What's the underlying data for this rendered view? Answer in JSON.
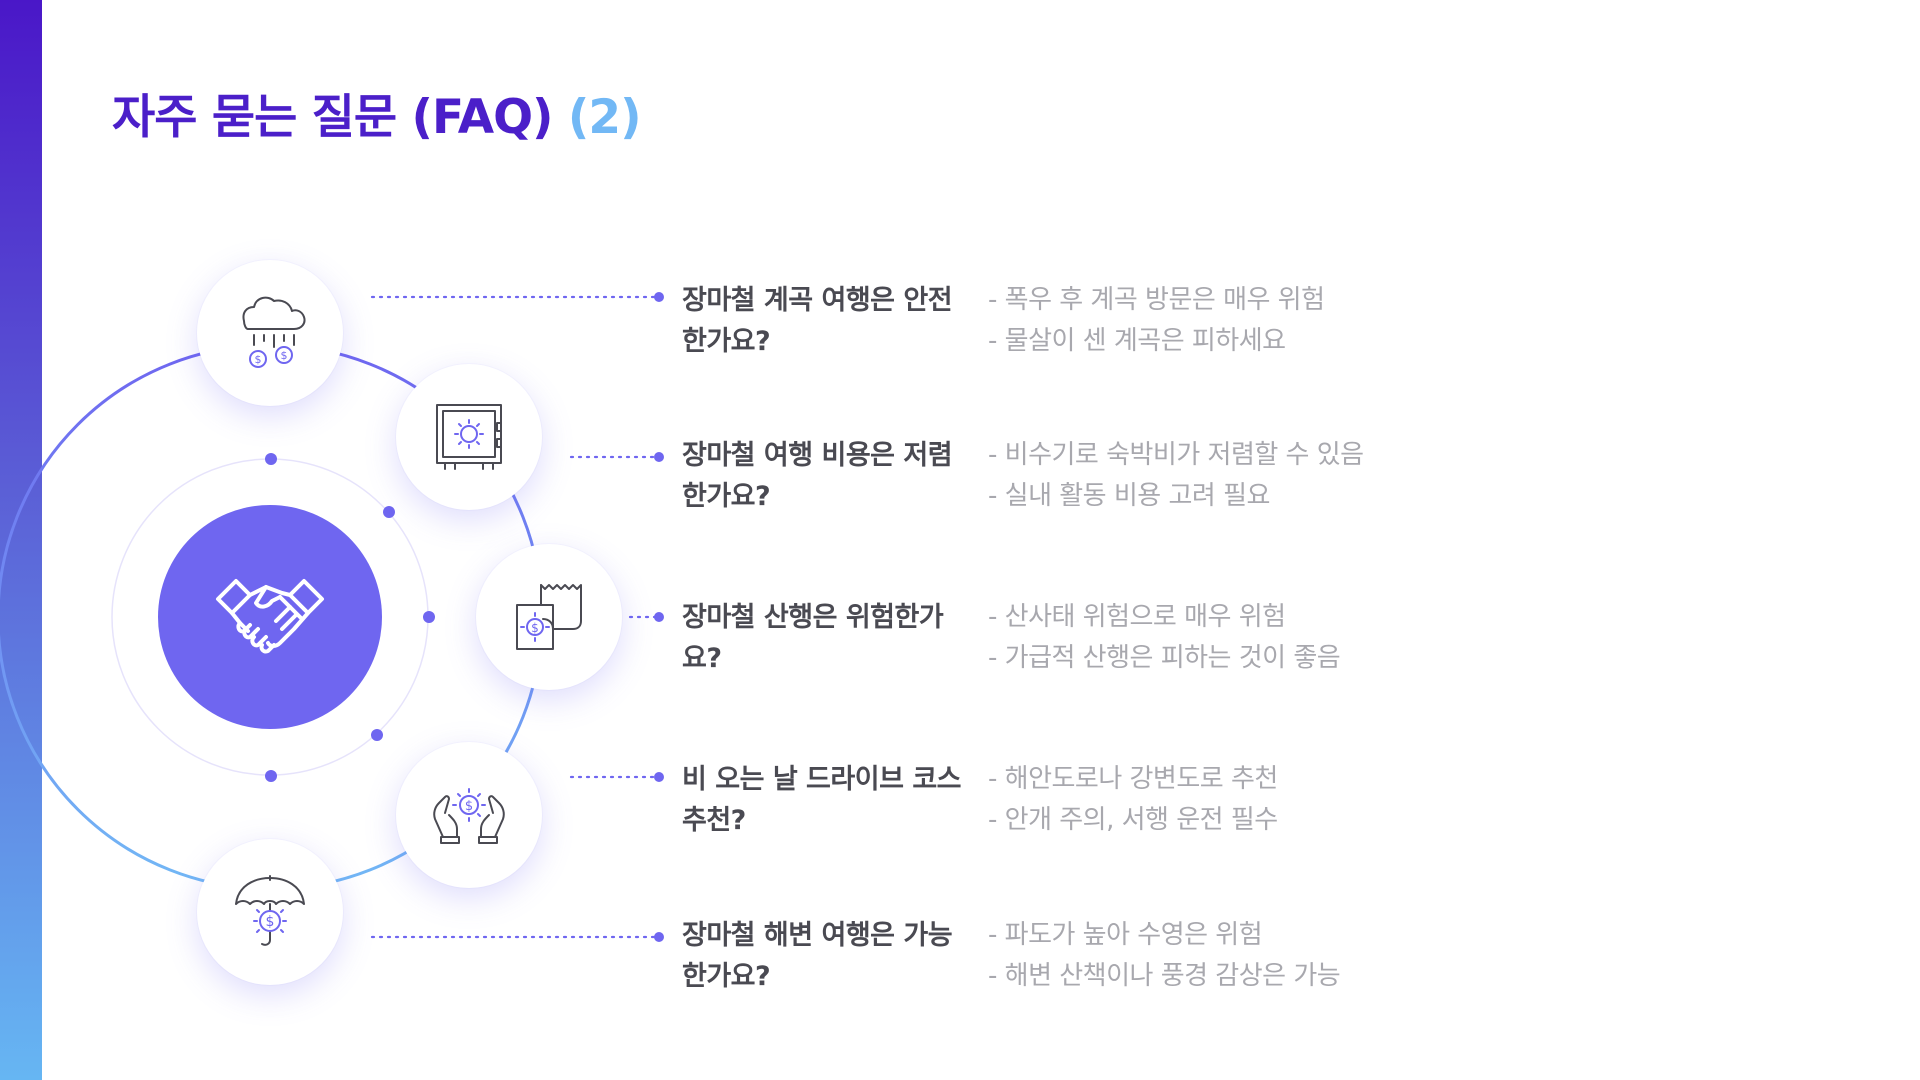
{
  "page": {
    "title_main": "자주 묻는 질문 (FAQ)",
    "title_number": "(2)"
  },
  "colors": {
    "sidebar_top": "#4a17c8",
    "sidebar_bottom": "#66b6f3",
    "title": "#4b1fc9",
    "title_number": "#72b8f5",
    "accent": "#6f66f0",
    "question_text": "#4a4a52",
    "answer_text": "#a8a8ae"
  },
  "center_icon": "handshake-icon",
  "faq": [
    {
      "icon": "rain-money-icon",
      "question": "장마철 계곡 여행은 안전한가요?",
      "answers": [
        "- 폭우 후 계곡 방문은 매우 위험",
        "- 물살이 센 계곡은 피하세요"
      ]
    },
    {
      "icon": "safe-icon",
      "question": "장마철 여행 비용은 저렴한가요?",
      "answers": [
        "- 비수기로 숙박비가 저렴할 수 있음",
        "- 실내 활동 비용 고려 필요"
      ]
    },
    {
      "icon": "receipt-icon",
      "question": "장마철 산행은 위험한가요?",
      "answers": [
        "- 산사태 위험으로 매우 위험",
        "- 가급적 산행은 피하는 것이 좋음"
      ]
    },
    {
      "icon": "hands-coin-icon",
      "question": "비 오는 날 드라이브 코스 추천?",
      "answers": [
        "- 해안도로나 강변도로 추천",
        "- 안개 주의, 서행 운전 필수"
      ]
    },
    {
      "icon": "umbrella-coin-icon",
      "question": "장마철 해변 여행은 가능한가요?",
      "answers": [
        "- 파도가 높아 수영은 위험",
        "- 해변 산책이나 풍경 감상은 가능"
      ]
    }
  ]
}
